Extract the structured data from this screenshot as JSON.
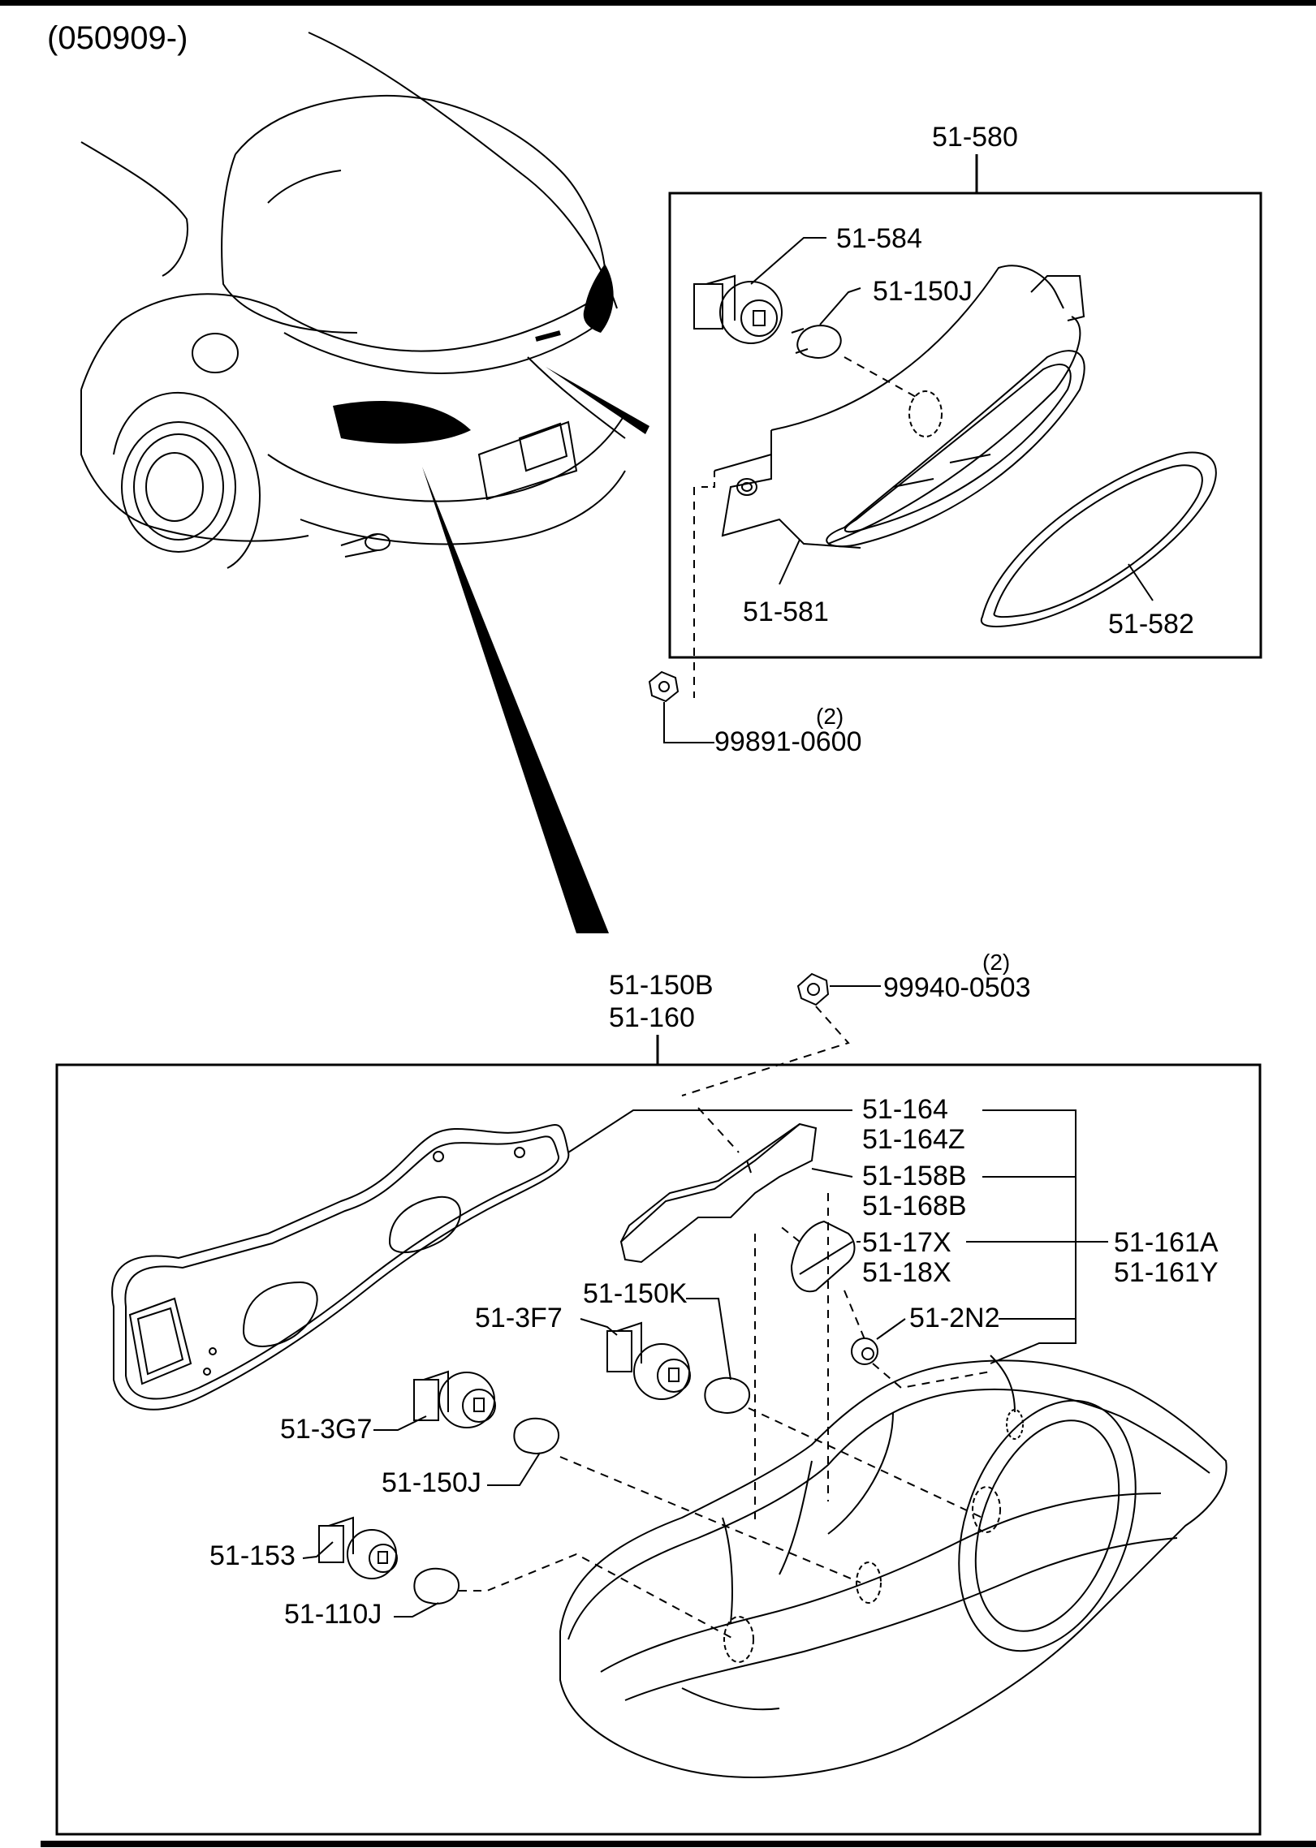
{
  "header": {
    "date_range": "(050909-)"
  },
  "upper_assembly": {
    "label": "51-580",
    "parts": {
      "socket": "51-584",
      "bulb": "51-150J",
      "housing": "51-581",
      "gasket": "51-582"
    }
  },
  "upper_nut": {
    "label": "99891-0600",
    "quantity": "(2)"
  },
  "lower_nut": {
    "label": "99940-0503",
    "quantity": "(2)"
  },
  "lower_assembly": {
    "label_1": "51-150B",
    "label_2": "51-160",
    "parts": {
      "gasket_1": "51-164",
      "gasket_2": "51-164Z",
      "reflector_1": "51-158B",
      "reflector_2": "51-168B",
      "lens_1": "51-17X",
      "lens_2": "51-18X",
      "lens_set_1": "51-161A",
      "lens_set_2": "51-161Y",
      "grommet": "51-2N2",
      "bulb_upper": "51-150K",
      "socket_upper": "51-3F7",
      "socket_middle": "51-3G7",
      "bulb_middle": "51-150J",
      "socket_lower": "51-153",
      "bulb_lower": "51-110J"
    }
  }
}
